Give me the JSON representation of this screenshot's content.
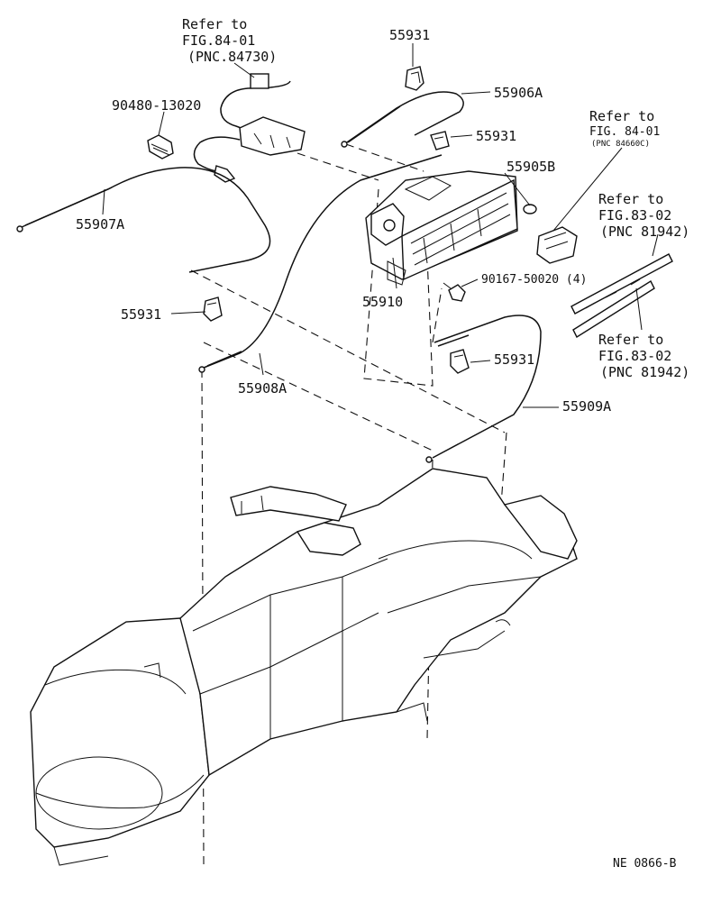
{
  "part_labels": {
    "p55931_top": "55931",
    "p55906A": "55906A",
    "p90480": "90480-13020",
    "p55931_mid": "55931",
    "p55905B": "55905B",
    "p55907A": "55907A",
    "p90167": "90167-50020 (4)",
    "p55910": "55910",
    "p55931_left": "55931",
    "p55931_right": "55931",
    "p55908A": "55908A",
    "p55909A": "55909A"
  },
  "references": {
    "ref_84730": {
      "line1": "Refer to",
      "line2": "FIG.84-01",
      "line3": "(PNC.84730)"
    },
    "ref_84660": {
      "line1": "Refer to",
      "line2": "FIG. 84-01",
      "line3": "(PNC 84660C)"
    },
    "ref_81942_a": {
      "line1": "Refer to",
      "line2": "FIG.83-02",
      "line3": "(PNC 81942)"
    },
    "ref_81942_b": {
      "line1": "Refer to",
      "line2": "FIG.83-02",
      "line3": "(PNC 81942)"
    }
  },
  "figure_code": "NE 0866-B"
}
